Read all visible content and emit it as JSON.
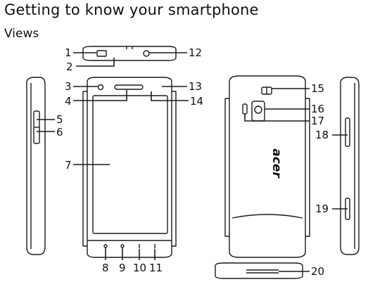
{
  "page": {
    "title": "Getting to know your smartphone",
    "section": "Views"
  },
  "diagram": {
    "brand_mark": "acer",
    "callouts": [
      "1",
      "2",
      "3",
      "4",
      "5",
      "6",
      "7",
      "8",
      "9",
      "10",
      "11",
      "12",
      "13",
      "14",
      "15",
      "16",
      "17",
      "18",
      "19",
      "20"
    ]
  }
}
